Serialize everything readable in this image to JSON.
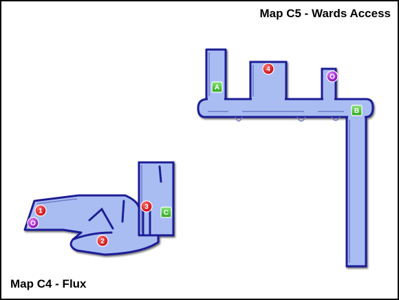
{
  "maps": [
    {
      "id": "c5",
      "title": "Map C5 - Wards Access"
    },
    {
      "id": "c4",
      "title": "Map C4 - Flux"
    }
  ],
  "markers": [
    {
      "id": "1",
      "label": "1",
      "kind": "number",
      "color": "#e0141b"
    },
    {
      "id": "2",
      "label": "2",
      "kind": "number",
      "color": "#e0141b"
    },
    {
      "id": "3",
      "label": "3",
      "kind": "number",
      "color": "#e0141b"
    },
    {
      "id": "4",
      "label": "4",
      "kind": "number",
      "color": "#e0141b"
    },
    {
      "id": "o1",
      "label": "O",
      "kind": "circle",
      "color": "#a020d0"
    },
    {
      "id": "o2",
      "label": "O",
      "kind": "circle",
      "color": "#a020d0"
    },
    {
      "id": "a",
      "label": "A",
      "kind": "square",
      "color": "#3cbf2a"
    },
    {
      "id": "b",
      "label": "B",
      "kind": "square",
      "color": "#3cbf2a"
    },
    {
      "id": "c",
      "label": "C",
      "kind": "square",
      "color": "#3cbf2a"
    }
  ],
  "colors": {
    "floor_fill": "#a9bdf2",
    "wall_outline": "#1e1e96",
    "wall_inner": "#6f79c8",
    "number_marker": "#e0141b",
    "circle_marker": "#a020d0",
    "letter_marker": "#3cbf2a"
  }
}
